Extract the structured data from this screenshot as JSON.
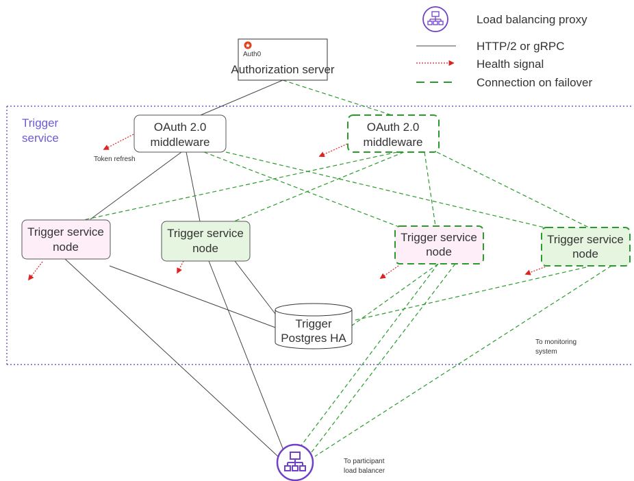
{
  "legend": {
    "proxy_label": "Load balancing proxy",
    "http_label": "HTTP/2 or gRPC",
    "health_label": "Health signal",
    "failover_label": "Connection on failover"
  },
  "auth_server": {
    "logo_text": "Auth0",
    "label": "Authorization server"
  },
  "region": {
    "label_line1": "Trigger",
    "label_line2": "service"
  },
  "oauth_primary": {
    "line1": "OAuth 2.0",
    "line2": "middleware"
  },
  "oauth_failover": {
    "line1": "OAuth 2.0",
    "line2": "middleware"
  },
  "token_refresh": "Token refresh",
  "nodes": [
    {
      "line1": "Trigger service",
      "line2": "node"
    },
    {
      "line1": "Trigger service",
      "line2": "node"
    },
    {
      "line1": "Trigger service",
      "line2": "node"
    },
    {
      "line1": "Trigger service",
      "line2": "node"
    }
  ],
  "postgres": {
    "line1": "Trigger",
    "line2": "Postgres HA"
  },
  "monitoring": {
    "line1": "To monitoring",
    "line2": "system"
  },
  "participant": {
    "line1": "To participant",
    "line2": "load balancer"
  },
  "colors": {
    "line": "#444444",
    "failover": "#2a9a2a",
    "health": "#dd2222",
    "region": "#6b5bd6",
    "proxy": "#6f3fc9",
    "pink_fill": "#fdeef8",
    "green_fill": "#e6f5e0",
    "auth0_logo": "#e0401a"
  }
}
